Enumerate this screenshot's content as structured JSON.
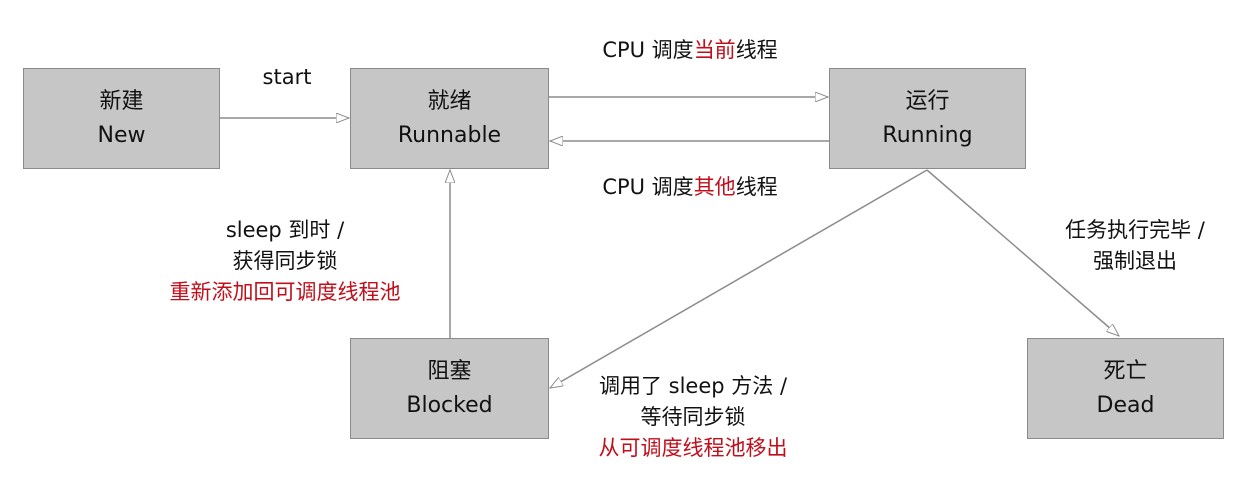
{
  "states": {
    "new": {
      "zh": "新建",
      "en": "New"
    },
    "runnable": {
      "zh": "就绪",
      "en": "Runnable"
    },
    "running": {
      "zh": "运行",
      "en": "Running"
    },
    "blocked": {
      "zh": "阻塞",
      "en": "Blocked"
    },
    "dead": {
      "zh": "死亡",
      "en": "Dead"
    }
  },
  "transitions": {
    "start": "start",
    "cpu_current": {
      "prefix": "CPU 调度",
      "highlight": "当前",
      "suffix": "线程"
    },
    "cpu_other": {
      "prefix": "CPU 调度",
      "highlight": "其他",
      "suffix": "线程"
    },
    "unblock": {
      "line1": "sleep 到时 /",
      "line2": "获得同步锁",
      "line3": "重新添加回可调度线程池"
    },
    "block": {
      "line1": "调用了 sleep 方法 /",
      "line2": "等待同步锁",
      "line3": "从可调度线程池移出"
    },
    "finish": {
      "line1": "任务执行完毕 /",
      "line2": "强制退出"
    }
  },
  "colors": {
    "box_fill": "#c6c6c6",
    "box_border": "#8a8a8a",
    "edge": "#8c8c8c",
    "highlight": "#c00f1c"
  }
}
